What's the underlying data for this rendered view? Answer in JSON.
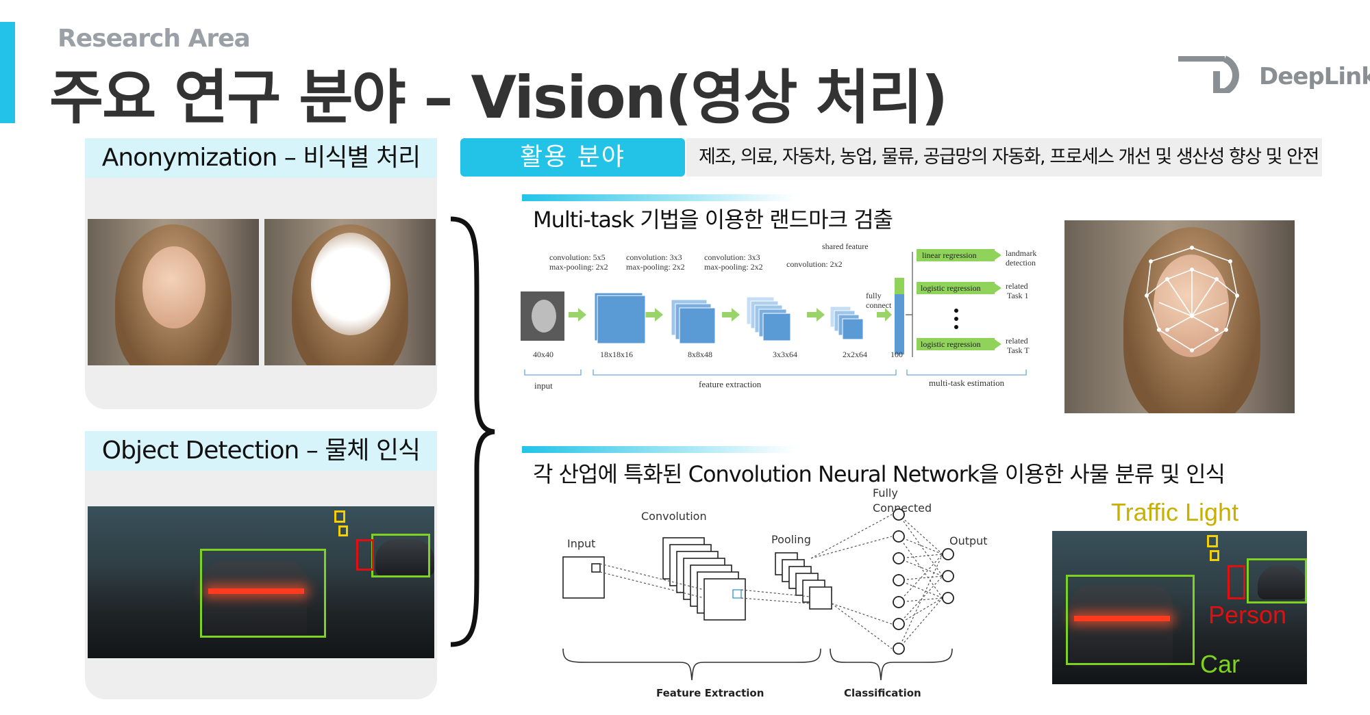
{
  "header": {
    "eyebrow": "Research Area",
    "title": "주요 연구 분야 – Vision(영상 처리)",
    "logo_text": "DeepLink"
  },
  "left": {
    "anonymization_title": "Anonymization – 비식별 처리",
    "detection_title": "Object Detection – 물체 인식"
  },
  "usage": {
    "tag": "활용 분야",
    "text": "제조, 의료, 자동차, 농업, 물류, 공급망의 자동화, 프로세스 개선 및 생산성 향상 및 안전"
  },
  "section1": {
    "heading": "Multi-task 기법을 이용한 랜드마크 검출",
    "diagram": {
      "conv1": "convolution: 5x5",
      "pool1": "max-pooling: 2x2",
      "conv2": "convolution: 3x3",
      "pool2": "max-pooling: 2x2",
      "conv3": "convolution: 3x3",
      "pool3": "max-pooling: 2x2",
      "conv4": "convolution: 2x2",
      "shared": "shared feature",
      "fully1": "fully",
      "fully2": "connect",
      "dims": [
        "40x40",
        "18x18x16",
        "8x8x48",
        "3x3x64",
        "2x2x64",
        "100"
      ],
      "input": "input",
      "feature_extraction": "feature extraction",
      "mte": "multi-task estimation",
      "task_boxes": [
        "linear regression",
        "logistic regression",
        "logistic regression"
      ],
      "task_labels": [
        [
          "landmark",
          "detection"
        ],
        [
          "related",
          "Task 1"
        ],
        [
          "related",
          "Task T"
        ]
      ]
    }
  },
  "section2": {
    "heading": "각 산업에 특화된 Convolution Neural Network을 이용한 사물 분류 및 인식",
    "diagram": {
      "input": "Input",
      "convolution": "Convolution",
      "pooling": "Pooling",
      "fully1": "Fully",
      "fully2": "Connected",
      "output": "Output",
      "feature_extraction": "Feature Extraction",
      "classification": "Classification"
    },
    "labels": {
      "traffic": "Traffic Light",
      "person": "Person",
      "car": "Car"
    }
  },
  "colors": {
    "accent": "#22c3e6",
    "box_green": "#7ed321",
    "box_yellow": "#f5d000",
    "box_red": "#e01010"
  }
}
